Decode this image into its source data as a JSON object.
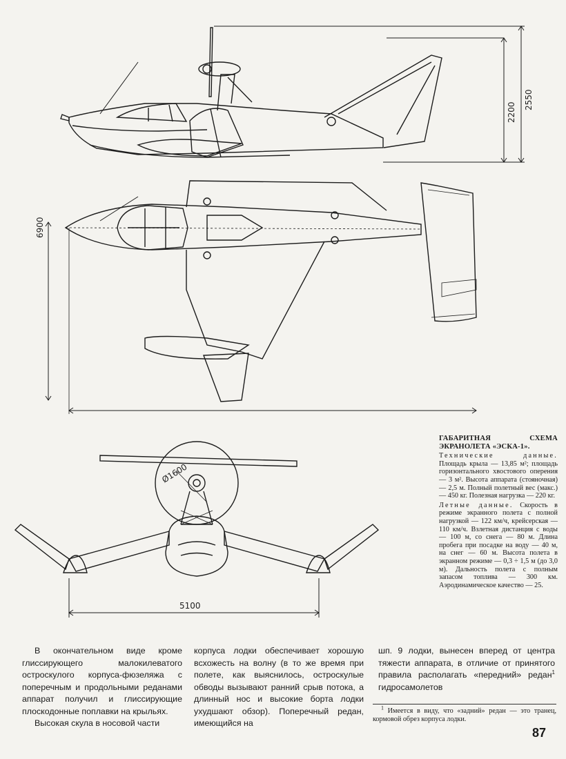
{
  "drawing": {
    "dim_height_total": "2550",
    "dim_height_body": "2200",
    "dim_length": "6900",
    "dim_span": "5100",
    "dim_rotor": "Ø1600"
  },
  "spec": {
    "title": "ГАБАРИТНАЯ СХЕМА ЭКРАНОЛЕТА «ЭСКА-1».",
    "tech_lead": "Технические данные.",
    "tech_text": "Площадь крыла — 13,85 м²; площадь горизонтального хвостового оперения — 3 м². Высота аппарата (стояночная) — 2,5 м. Полный полетный вес (макс.) — 450 кг. Полезная нагрузка — 220 кг.",
    "flight_lead": "Летные данные.",
    "flight_text": "Скорость в режиме экранного полета с полной нагрузкой — 122 км/ч, крейсерская — 110 км/ч. Взлетная дистанция с воды — 100 м, со снега — 80 м. Длина пробега при посадке на воду — 40 м, на снег — 60 м. Высота полета в экранном режиме — 0,3 ÷ 1,5 м (до 3,0 м). Дальность полета с полным запасом топлива — 300 км. Аэродинамическое качество — 25."
  },
  "body": {
    "col1_p1": "В окончательном виде кроме глиссирующего малокилеватого остроскулого корпуса-фюзеляжа с поперечным и продольными реданами аппарат получил и глиссирующие плоскодонные поплавки на крыльях.",
    "col1_p2": "Высокая скула в носовой части",
    "col2_p1": "корпуса лодки обеспечивает хорошую всхожесть на волну (в то же время при полете, как выяснилось, остроскулые обводы вызывают ранний срыв потока, а длинный нос и высокие борта лодки ухудшают обзор). Поперечный редан, имеющийся на",
    "col3_p1": "шп. 9 лодки, вынесен вперед от центра тяжести аппарата, в отличие от принятого правила располагать «передний» редан",
    "col3_sup": "1",
    "col3_p1_end": " гидросамолетов"
  },
  "footnote": {
    "mark": "1",
    "text": " Имеется в виду, что «задний» редан — это транец, кормовой обрез корпуса лодки."
  },
  "page_number": "87"
}
